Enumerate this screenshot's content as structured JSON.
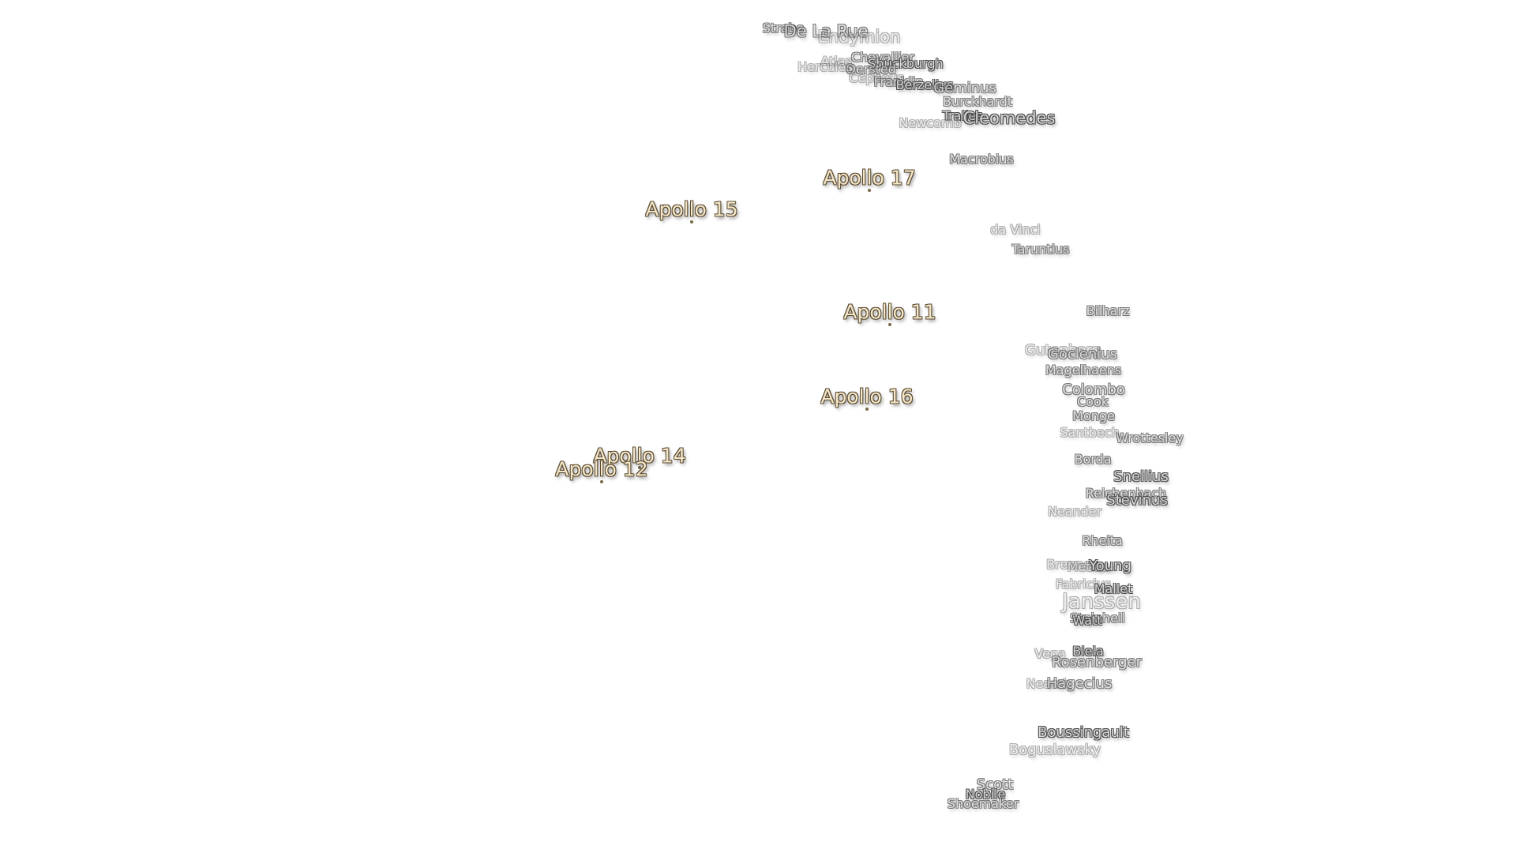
{
  "apollo_sites": [
    {
      "name": "Apollo 17"
    },
    {
      "name": "Apollo 15"
    },
    {
      "name": "Apollo 11"
    },
    {
      "name": "Apollo 16"
    },
    {
      "name": "Apollo 14"
    },
    {
      "name": "Apollo 12"
    }
  ],
  "craters": [
    {
      "name": "Strabo"
    },
    {
      "name": "De La Rue"
    },
    {
      "name": "Endymion"
    },
    {
      "name": "Chevallier"
    },
    {
      "name": "Shuckburgh"
    },
    {
      "name": "Atlas"
    },
    {
      "name": "Oersted"
    },
    {
      "name": "Hercules"
    },
    {
      "name": "Cepheus"
    },
    {
      "name": "Franklin"
    },
    {
      "name": "Berzelius"
    },
    {
      "name": "Geminus"
    },
    {
      "name": "Burckhardt"
    },
    {
      "name": "Tralles"
    },
    {
      "name": "Cleomedes"
    },
    {
      "name": "Newcomb"
    },
    {
      "name": "Macrobius"
    },
    {
      "name": "da Vinci"
    },
    {
      "name": "Taruntius"
    },
    {
      "name": "Bilharz"
    },
    {
      "name": "Gutenberg"
    },
    {
      "name": "Goclenius"
    },
    {
      "name": "Magelhaens"
    },
    {
      "name": "Colombo"
    },
    {
      "name": "Cook"
    },
    {
      "name": "Monge"
    },
    {
      "name": "Santbech"
    },
    {
      "name": "Wrottesley"
    },
    {
      "name": "Borda"
    },
    {
      "name": "Snellius"
    },
    {
      "name": "Reichenbach"
    },
    {
      "name": "Stevinus"
    },
    {
      "name": "Neander"
    },
    {
      "name": "Rheita"
    },
    {
      "name": "Brenner"
    },
    {
      "name": "Metius"
    },
    {
      "name": "Young"
    },
    {
      "name": "Fabricius"
    },
    {
      "name": "Mallet"
    },
    {
      "name": "Janssen"
    },
    {
      "name": "Steinheil"
    },
    {
      "name": "Watt"
    },
    {
      "name": "Vega"
    },
    {
      "name": "Biela"
    },
    {
      "name": "Rosenberger"
    },
    {
      "name": "Nearch"
    },
    {
      "name": "Hagecius"
    },
    {
      "name": "Boussingault"
    },
    {
      "name": "Boguslawsky"
    },
    {
      "name": "Scott"
    },
    {
      "name": "Nobile"
    },
    {
      "name": "Shoemaker"
    }
  ]
}
